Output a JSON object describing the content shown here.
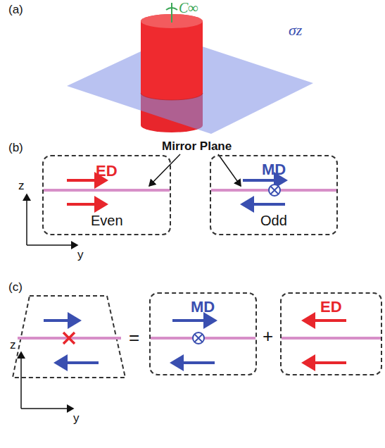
{
  "diagram": {
    "nodes": [
      {
        "text": [
          "ED",
          "Even"
        ]
      },
      {
        "text": [
          "MD",
          "Odd"
        ]
      },
      {
        "text": [
          "MD"
        ]
      },
      {
        "text": [
          "ED"
        ]
      }
    ],
    "labels": [
      "(a)",
      "C∞",
      "σz",
      "(b)",
      "Mirror Plane",
      "z",
      "y",
      "(c)",
      "=",
      "+",
      "z",
      "y"
    ]
  }
}
